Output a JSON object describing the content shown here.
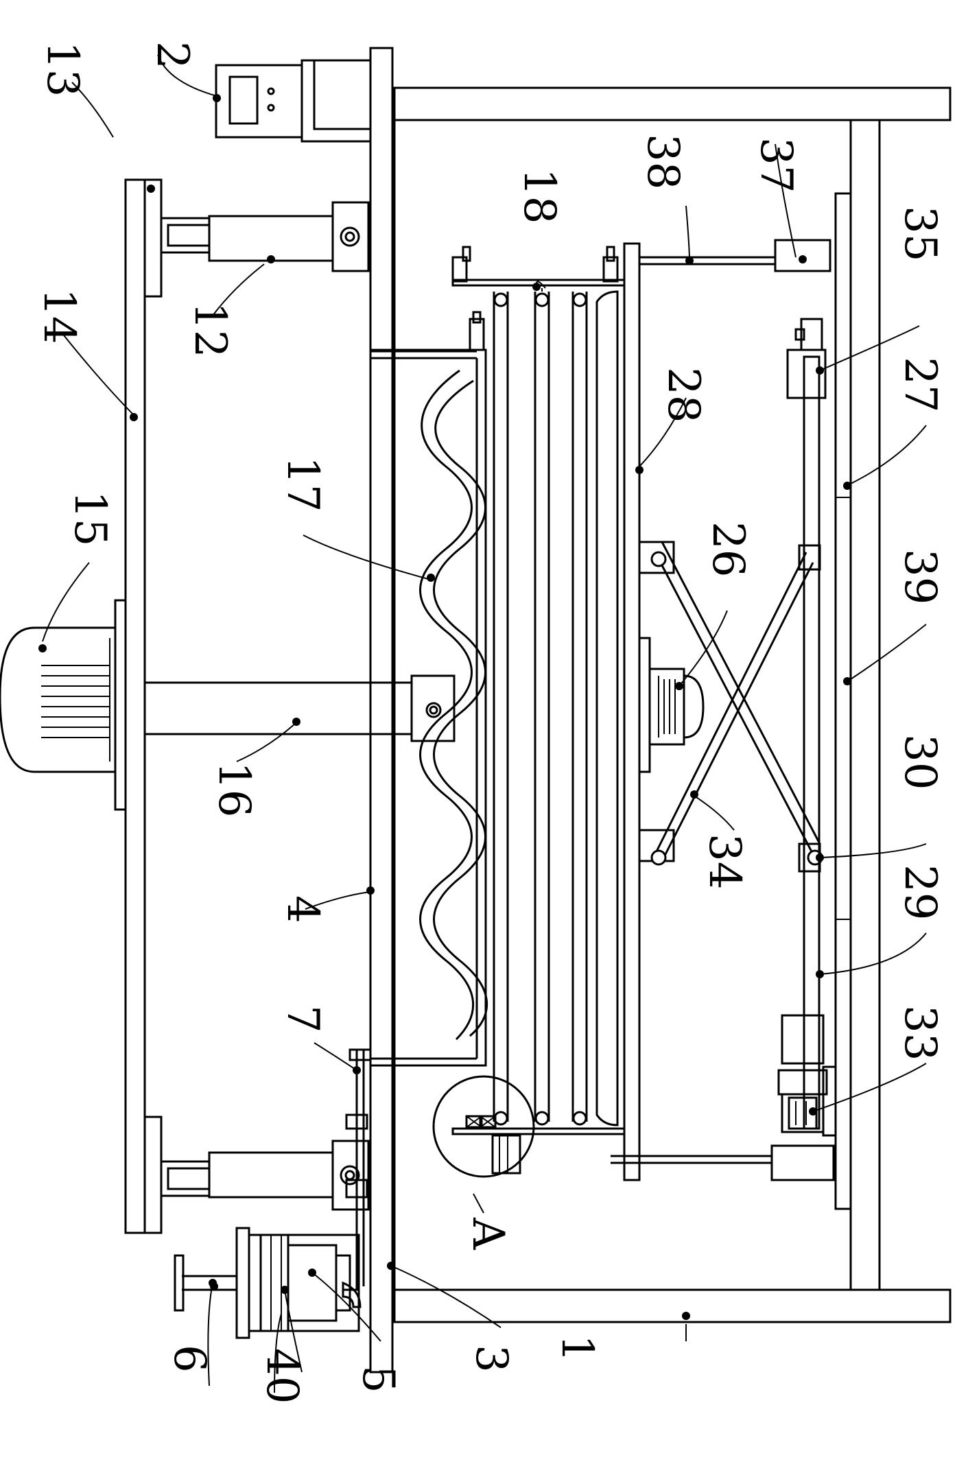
{
  "labels": {
    "l1": "1",
    "l2": "2",
    "l3": "3",
    "l4": "4",
    "l5": "5",
    "l6": "6",
    "l7": "7",
    "l12": "12",
    "l13": "13",
    "l14": "14",
    "l15": "15",
    "l16": "16",
    "l17": "17",
    "l18": "18",
    "l26": "26",
    "l27": "27",
    "l28": "28",
    "l29": "29",
    "l30": "30",
    "l33": "33",
    "l34": "34",
    "l35": "35",
    "l37": "37",
    "l38": "38",
    "l39": "39",
    "l40": "40",
    "lA": "A"
  },
  "colors": {
    "line": "#000000",
    "background": "#ffffff"
  }
}
